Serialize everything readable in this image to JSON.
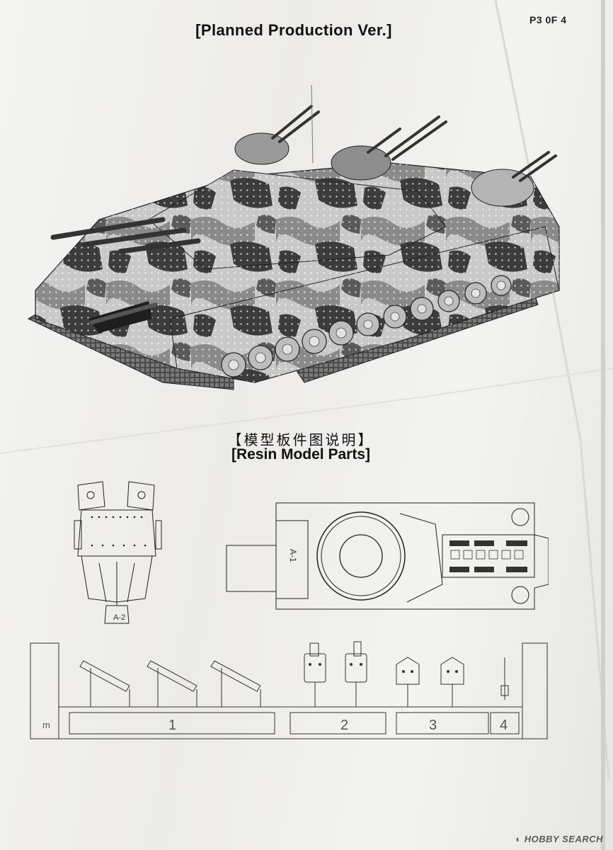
{
  "page": {
    "page_number": "P3 0F 4",
    "title": "[Planned Production Ver.]",
    "parts_heading_cn": "【模型板件图说明】",
    "parts_heading_en": "[Resin Model Parts]"
  },
  "part_labels": {
    "a2": "A-2",
    "a1": "A-1",
    "sprue_logo": "m",
    "sprue_1": "1",
    "sprue_2": "2",
    "sprue_3": "3",
    "sprue_4": "4"
  },
  "watermark": {
    "brand": "HOBBY SEARCH"
  },
  "colors": {
    "paper": "#eeeeec",
    "ink": "#111111",
    "camo_light": "#c9c9c9",
    "camo_mid": "#8a8a8a",
    "camo_dark": "#3c3c3c"
  }
}
